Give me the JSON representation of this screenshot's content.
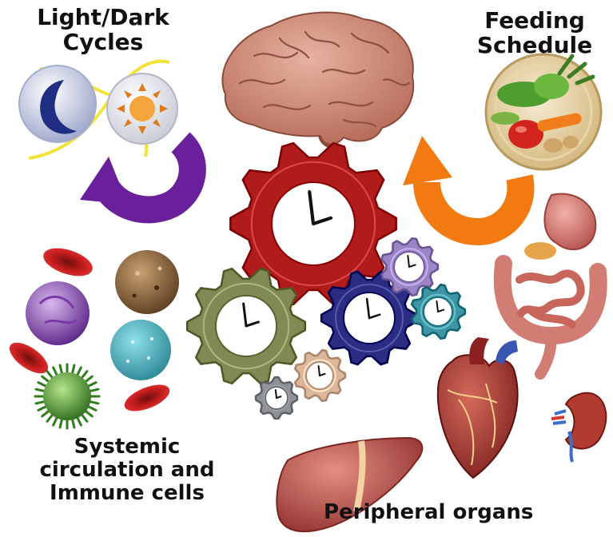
{
  "labels": {
    "light_dark": [
      "Light/Dark",
      "Cycles"
    ],
    "feeding": [
      "Feeding",
      "Schedule"
    ],
    "systemic": [
      "Systemic",
      "circulation and",
      "Immune cells"
    ],
    "peripheral": "Peripheral organs"
  },
  "colors": {
    "master_clock_gear": "#b01c1c",
    "light_arrow": "#6a1f9b",
    "feeding_arrow": "#f27a10",
    "gear_olive": "#7f8a55",
    "gear_navy": "#2b2d82",
    "gear_lavender": "#9b85c4",
    "gear_teal": "#3f95a3",
    "gear_peach": "#ddb79b",
    "gear_grey": "#8f9296"
  },
  "icons": [
    "brain-icon",
    "moon-icon",
    "sun-icon",
    "food-plate-icon",
    "intestine-icon",
    "heart-icon",
    "kidney-icon",
    "liver-icon",
    "red-blood-cell-icon",
    "macrophage-icon",
    "monocyte-icon",
    "lymphocyte-icon",
    "platelet-icon",
    "clock-gear-icon"
  ]
}
